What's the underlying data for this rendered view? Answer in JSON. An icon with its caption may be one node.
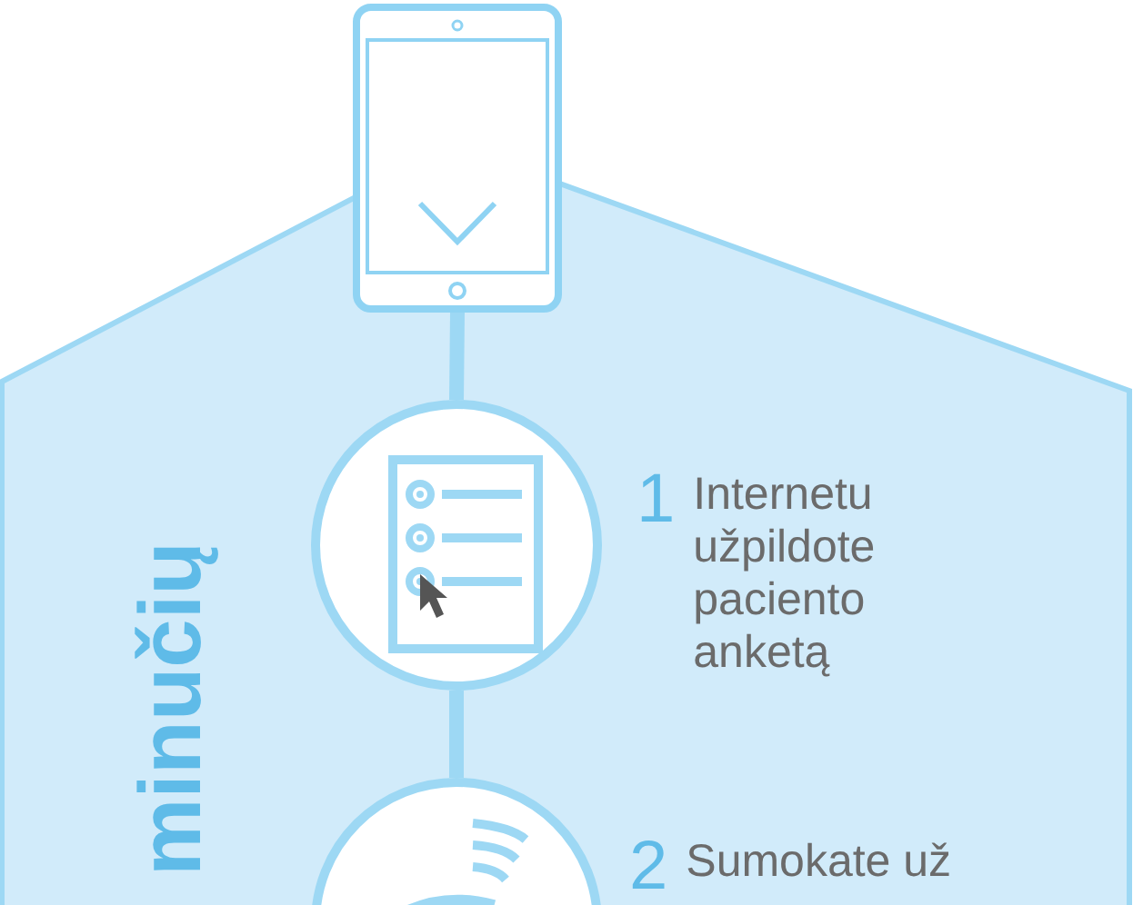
{
  "diagram": {
    "nodes": [
      {
        "text": [
          "minučių"
        ]
      },
      {
        "text": [],
        "shape": "picture"
      },
      {
        "text": [],
        "shape": "circle",
        "in": 0,
        "beside": [
          "1",
          "Internetu užpildote paciento anketą"
        ]
      },
      {
        "text": [],
        "shape": "circle",
        "in": 0,
        "beside": [
          "2",
          "Sumokate už"
        ]
      }
    ],
    "edges": [
      {
        "from": 1,
        "to": 2,
        "arrow": "none"
      },
      {
        "from": 2,
        "to": 3,
        "arrow": "none"
      }
    ]
  }
}
